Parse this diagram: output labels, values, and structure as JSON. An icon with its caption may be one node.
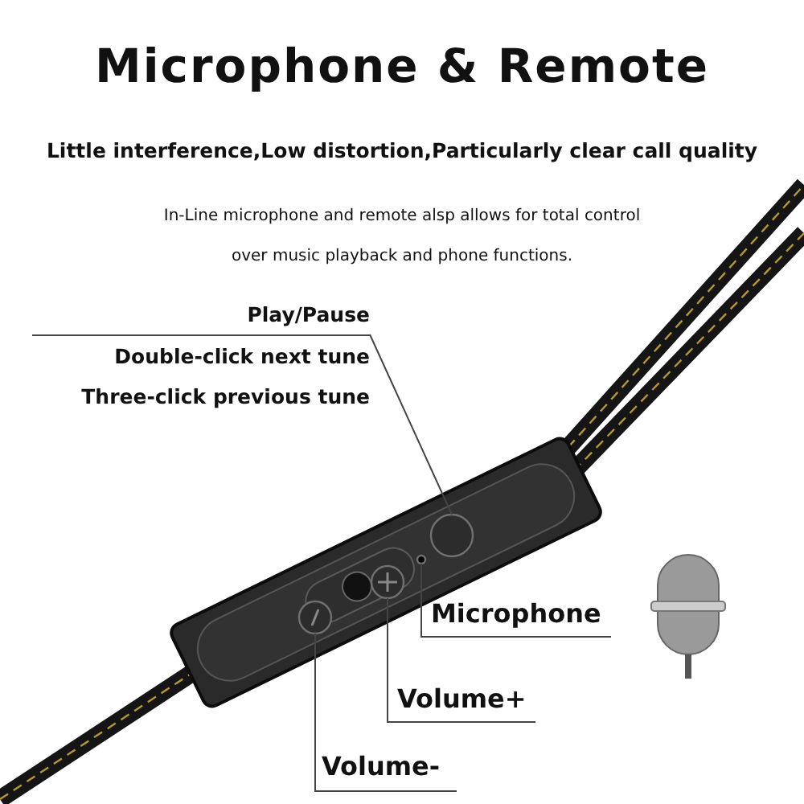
{
  "diagram": {
    "title": "Microphone & Remote",
    "nodes": [
      {
        "text": [
          "Play/Pause",
          "Double-click next tune",
          "Three-click previous tune"
        ]
      },
      {
        "text": [
          "Microphone"
        ]
      },
      {
        "text": [
          "Volume+"
        ]
      },
      {
        "text": [
          "Volume-"
        ]
      },
      {
        "text": [],
        "shape": "circle"
      },
      {
        "text": [],
        "shape": "circle"
      },
      {
        "text": [],
        "shape": "circle"
      },
      {
        "text": [],
        "shape": "circle"
      }
    ],
    "edges": [
      {
        "from": 0,
        "to": 4,
        "arrow": "none"
      },
      {
        "from": 1,
        "to": 5,
        "arrow": "none"
      },
      {
        "from": 2,
        "to": 6,
        "arrow": "none"
      },
      {
        "from": 3,
        "to": 7,
        "arrow": "none"
      }
    ],
    "labels": [
      "Little interference,Low distortion,Particularly clear call quality",
      "In-Line microphone and remote alsp allows for total control over music playback and phone functions."
    ]
  }
}
